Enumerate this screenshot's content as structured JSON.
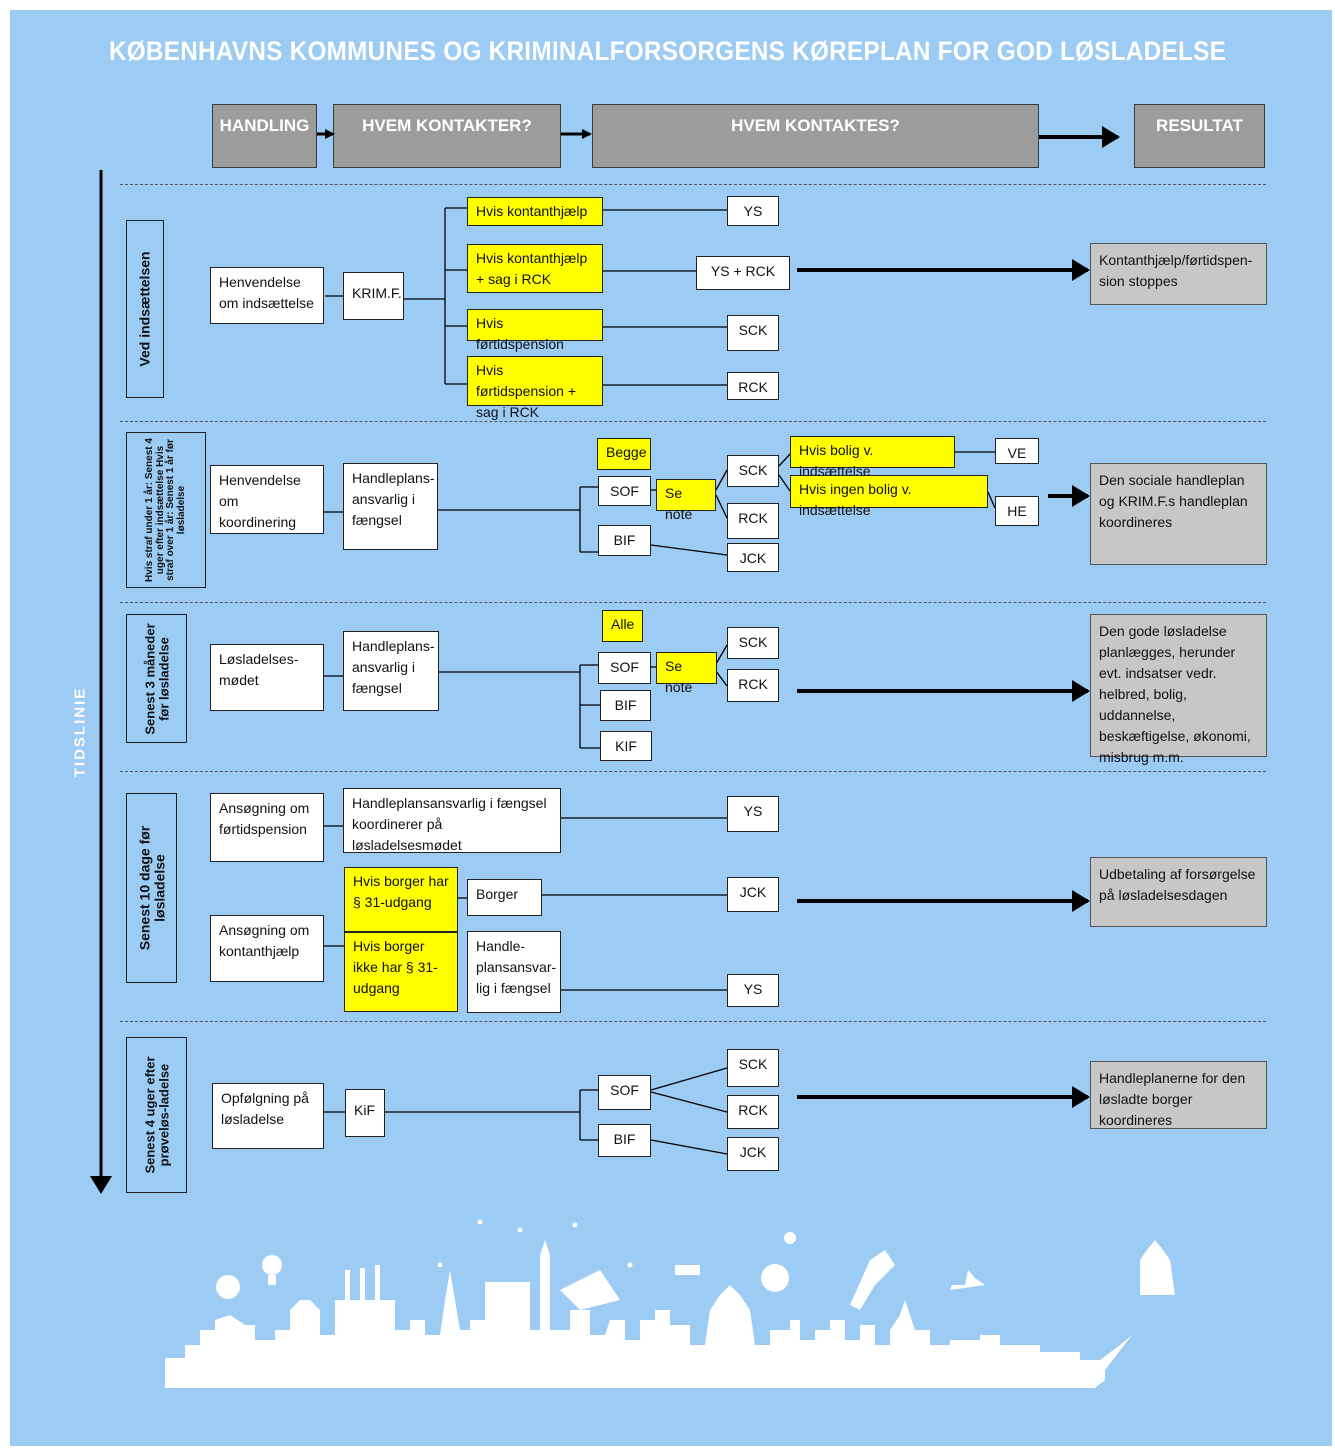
{
  "title": "KØBENHAVNS KOMMUNES OG KRIMINALFORSORGENS KØREPLAN FOR GOD LØSLADELSE",
  "headers": {
    "handling": "HANDLING",
    "hvem_kontakter": "HVEM KONTAKTER?",
    "hvem_kontaktes": "HVEM KONTAKTES?",
    "resultat": "RESULTAT"
  },
  "timeline_label": "TIDSLINIE",
  "rows": {
    "r1": {
      "label": "Ved indsættelsen",
      "action": "Henvendelse om indsættelse",
      "contact": "KRIM.F.",
      "conditions": [
        "Hvis kontanthjælp",
        "Hvis kontanthjælp + sag i RCK",
        "Hvis førtidspension",
        "Hvis førtidspension + sag i RCK"
      ],
      "targets": [
        "YS",
        "YS + RCK",
        "SCK",
        "RCK"
      ],
      "result": "Kontanthjælp/førtidspen-sion stoppes"
    },
    "r2": {
      "label": "Hvis straf under 1 år: Senest 4 uger efter indsættelse Hvis straf over 1 år: Senest 1 år før løsladelse",
      "action": "Henvendelse om koordinering",
      "contact": "Handleplans-ansvarlig i fængsel",
      "begge": "Begge",
      "sof": "SOF",
      "bif": "BIF",
      "se_note": "Se note",
      "targets": [
        "SCK",
        "RCK",
        "JCK"
      ],
      "cond_bolig": "Hvis bolig v. indsættelse",
      "cond_ingen_bolig": "Hvis ingen bolig v. indsættelse",
      "ve": "VE",
      "he": "HE",
      "result": "Den sociale handleplan og KRIM.F.s handleplan koordineres"
    },
    "r3": {
      "label": "Senest 3 måneder før løsladelse",
      "action": "Løsladelses-mødet",
      "contact": "Handleplans-ansvarlig i fængsel",
      "alle": "Alle",
      "se_note": "Se note",
      "orgs": [
        "SOF",
        "BIF",
        "KIF"
      ],
      "targets": [
        "SCK",
        "RCK"
      ],
      "result": "Den gode løsladelse planlægges, herunder evt. indsatser vedr. helbred, bolig, uddannelse, beskæftigelse, økonomi, misbrug m.m."
    },
    "r4": {
      "label": "Senest 10 dage før løsladelse",
      "action1": "Ansøgning om førtidspension",
      "action2": "Ansøgning om kontanthjælp",
      "contact1": "Handleplansansvarlig i fængsel koordinerer på løsladelsesmødet",
      "cond1": "Hvis borger har § 31-udgang",
      "cond2": "Hvis borger ikke har § 31-udgang",
      "borger": "Borger",
      "contact3": "Handle-plansansvar-lig i fængsel",
      "targets": [
        "YS",
        "JCK",
        "YS"
      ],
      "result": "Udbetaling af forsørgelse på løsladelsesdagen"
    },
    "r5": {
      "label": "Senest 4 uger efter prøveløs-ladelse",
      "action": "Opfølgning på løsladelse",
      "contact": "KiF",
      "orgs": [
        "SOF",
        "BIF"
      ],
      "targets": [
        "SCK",
        "RCK",
        "JCK"
      ],
      "result": "Handleplanerne for den løsladte borger koordineres"
    }
  },
  "colors": {
    "background": "#9ccbf3",
    "highlight": "#ffff00",
    "header": "#9c9c9c",
    "result": "#c7c7c7"
  }
}
